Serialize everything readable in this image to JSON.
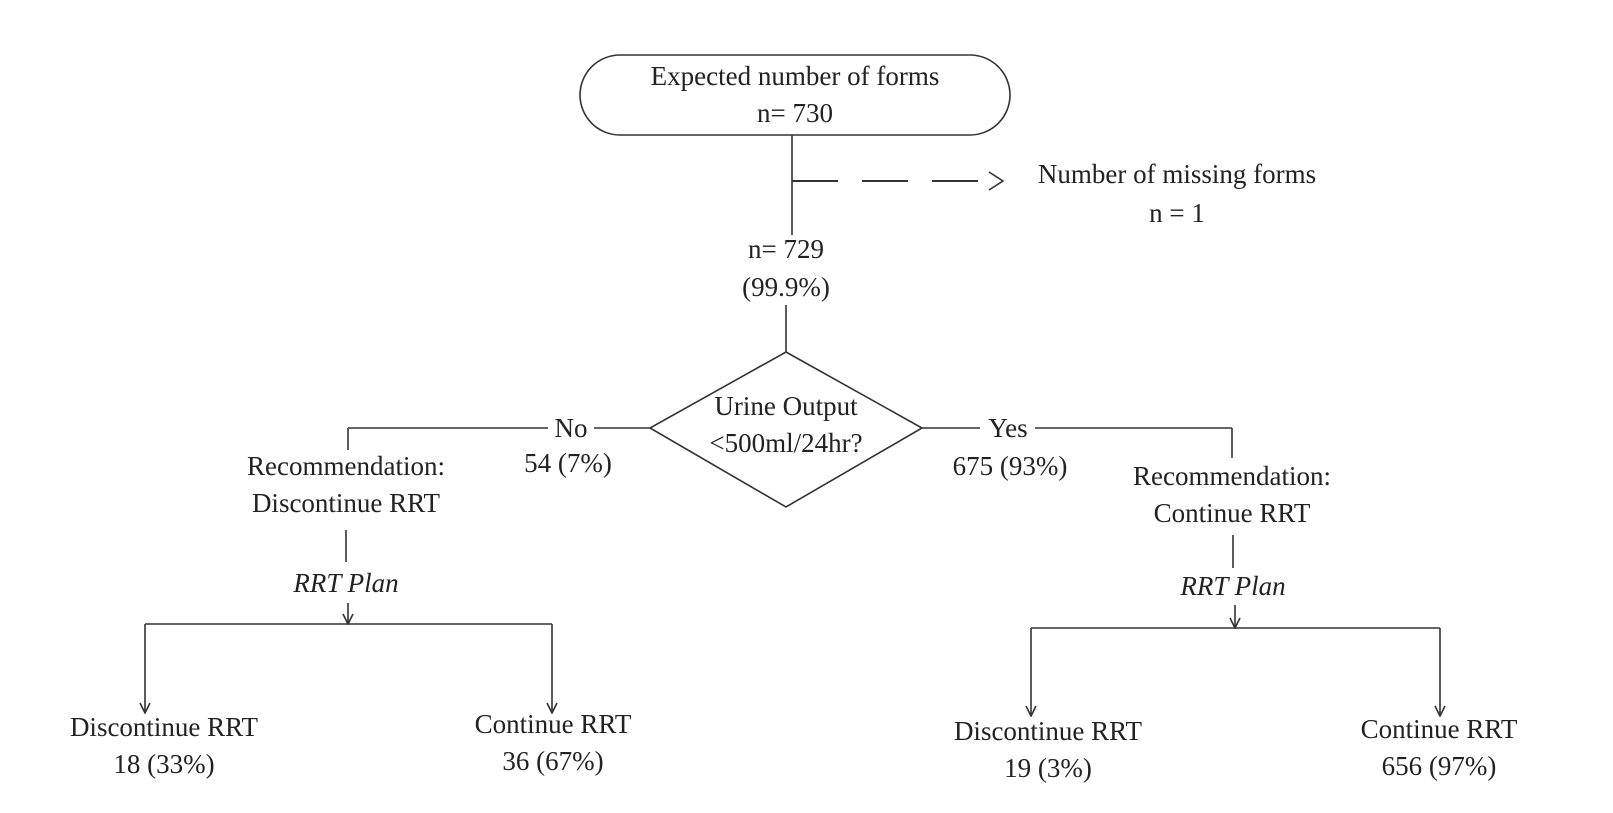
{
  "top": {
    "line1": "Expected number of forms",
    "line2": "n= 730"
  },
  "missing": {
    "line1": "Number of missing forms",
    "line2": "n = 1"
  },
  "received": {
    "line1": "n= 729",
    "line2": "(99.9%)"
  },
  "decision": {
    "line1": "Urine Output",
    "line2": "<500ml/24hr?"
  },
  "no_branch": {
    "label": "No",
    "count": "54 (7%)"
  },
  "yes_branch": {
    "label": "Yes",
    "count": "675 (93%)"
  },
  "left_recommendation": {
    "line1": "Recommendation:",
    "line2": "Discontinue RRT"
  },
  "right_recommendation": {
    "line1": "Recommendation:",
    "line2": "Continue RRT"
  },
  "left_plan": "RRT Plan",
  "right_plan": "RRT Plan",
  "outcomes": {
    "left_discontinue": {
      "label": "Discontinue RRT",
      "value": "18 (33%)"
    },
    "left_continue": {
      "label": "Continue RRT",
      "value": "36 (67%)"
    },
    "right_discontinue": {
      "label": "Discontinue RRT",
      "value": "19 (3%)"
    },
    "right_continue": {
      "label": "Continue RRT",
      "value": "656 (97%)"
    }
  }
}
